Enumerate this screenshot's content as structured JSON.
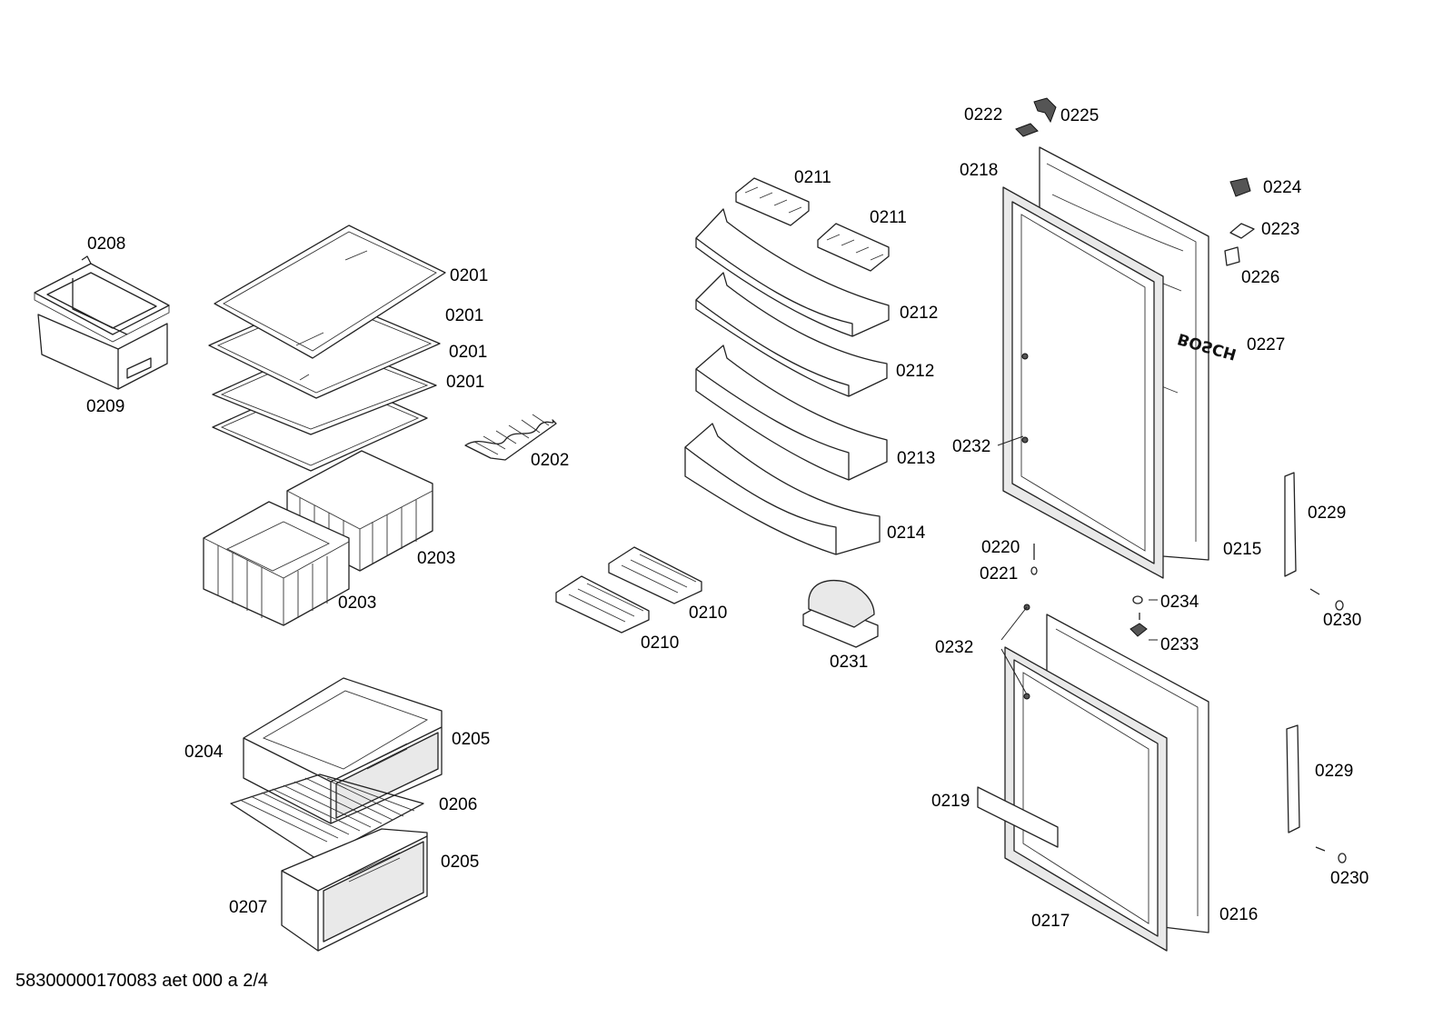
{
  "diagram": {
    "labels": {
      "p0201a": "0201",
      "p0201b": "0201",
      "p0201c": "0201",
      "p0201d": "0201",
      "p0202": "0202",
      "p0203a": "0203",
      "p0203b": "0203",
      "p0204": "0204",
      "p0205a": "0205",
      "p0205b": "0205",
      "p0206": "0206",
      "p0207": "0207",
      "p0208": "0208",
      "p0209": "0209",
      "p0210a": "0210",
      "p0210b": "0210",
      "p0211a": "0211",
      "p0211b": "0211",
      "p0212a": "0212",
      "p0212b": "0212",
      "p0213": "0213",
      "p0214": "0214",
      "p0215": "0215",
      "p0216": "0216",
      "p0217": "0217",
      "p0218": "0218",
      "p0219": "0219",
      "p0220": "0220",
      "p0221": "0221",
      "p0222": "0222",
      "p0223": "0223",
      "p0224": "0224",
      "p0225": "0225",
      "p0226": "0226",
      "p0227": "0227",
      "p0229a": "0229",
      "p0229b": "0229",
      "p0230a": "0230",
      "p0230b": "0230",
      "p0231": "0231",
      "p0232a": "0232",
      "p0232b": "0232",
      "p0233": "0233",
      "p0234": "0234"
    },
    "logo_text": "BOSCH",
    "footer": "58300000170083 aet 000 a 2/4"
  }
}
